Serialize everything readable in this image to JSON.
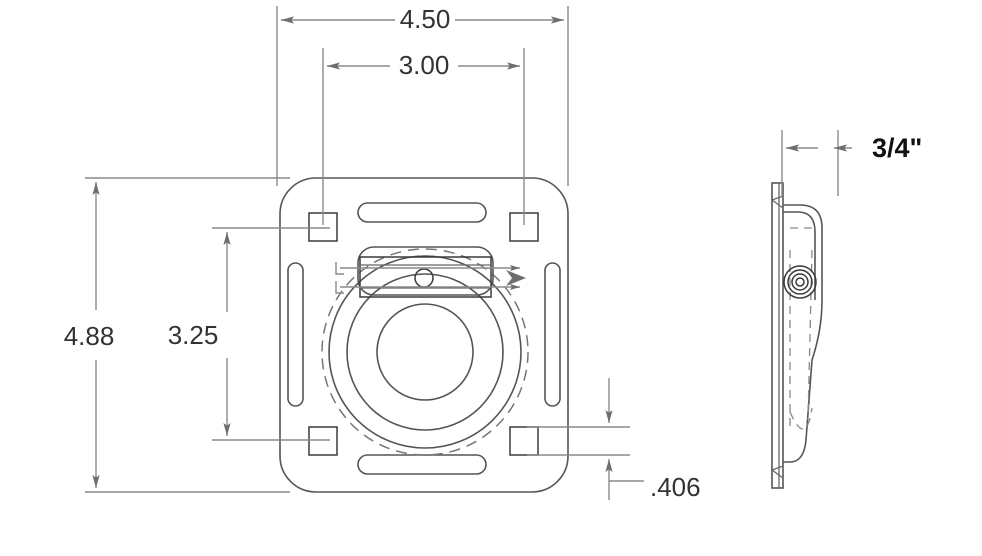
{
  "drawing": {
    "title": "anchor-plate-technical-drawing",
    "background_color": "#ffffff",
    "line_color": "#555555",
    "dimension_color": "#8a8a8a",
    "text_color": "#333333",
    "views": [
      {
        "name": "front-view",
        "label": ""
      },
      {
        "name": "side-view",
        "label": ""
      }
    ]
  },
  "dimensions": {
    "overall_width": "4.50",
    "hole_spacing_horizontal": "3.00",
    "overall_height": "4.88",
    "hole_spacing_vertical": "3.25",
    "plate_edge_offset": ".406",
    "material_thickness": "3/4\""
  },
  "labels": {
    "width_450": "4.50",
    "width_300": "3.00",
    "height_488": "4.88",
    "height_325": "3.25",
    "offset_406": ".406",
    "thickness_34": "3/4\""
  }
}
